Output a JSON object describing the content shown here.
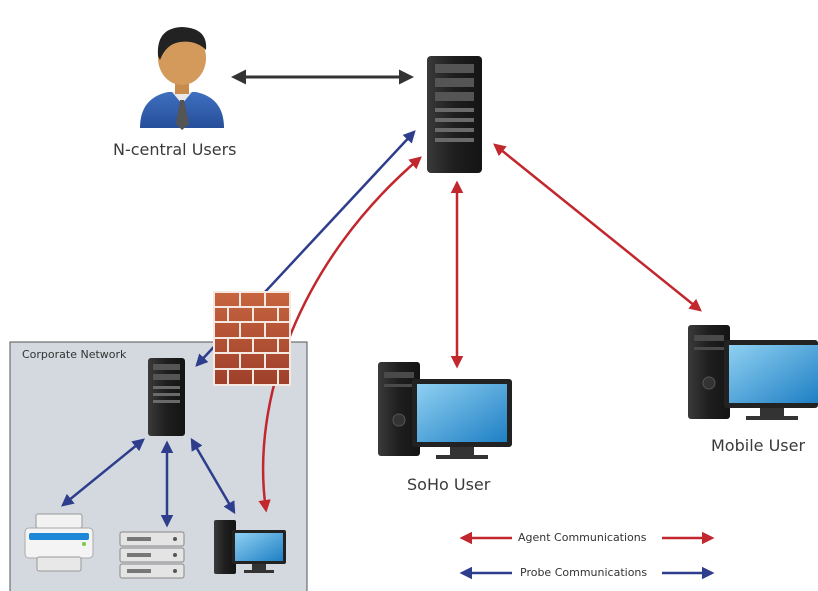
{
  "labels": {
    "corporate_network": "Corporate Network",
    "ncentral_users": "N-central Users",
    "soho_user": "SoHo User",
    "mobile_user": "Mobile User"
  },
  "legend": {
    "agent": "Agent Communications",
    "probe": "Probe Communications"
  },
  "colors": {
    "agent": "#c1272d",
    "probe": "#2e3d8c",
    "user_link": "#333333",
    "network_bg": "#d3d9df",
    "firewall": "#b9553a"
  }
}
